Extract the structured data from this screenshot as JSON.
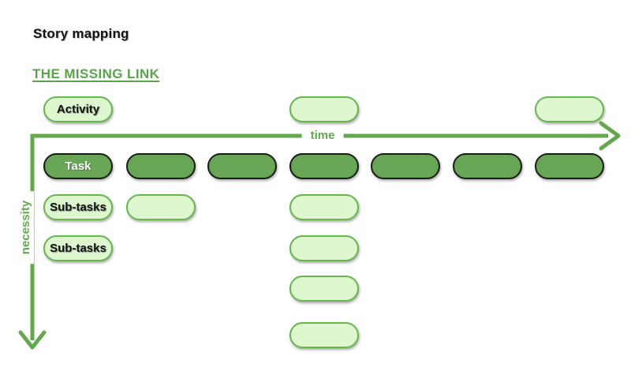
{
  "page": {
    "title": "Story mapping",
    "subtitle": "THE MISSING LINK"
  },
  "axes": {
    "x_label": "time",
    "y_label": "necessity"
  },
  "colors": {
    "background": "#ffffff",
    "title_text": "#111111",
    "subtitle_green": "#57a548",
    "axis_green": "#63a84e",
    "dark_pill_fill": "#68a656",
    "dark_pill_border": "#1a1a1a",
    "dark_pill_text": "#ffffff",
    "light_pill_fill": "#def7cf",
    "light_pill_border": "#68b650",
    "pill_text": "#111111"
  },
  "board": {
    "columns": 7,
    "row_ids": [
      "activity",
      "task",
      "sub1",
      "sub2",
      "sub3",
      "sub4"
    ],
    "pills": [
      {
        "row": "activity",
        "col": 1,
        "label": "Activity",
        "variant": "light",
        "name": "activity-pill"
      },
      {
        "row": "activity",
        "col": 4,
        "label": "",
        "variant": "light",
        "name": "activity-card-pill"
      },
      {
        "row": "activity",
        "col": 7,
        "label": "",
        "variant": "light",
        "name": "activity-card-pill"
      },
      {
        "row": "task",
        "col": 1,
        "label": "Task",
        "variant": "dark",
        "name": "task-pill"
      },
      {
        "row": "task",
        "col": 2,
        "label": "",
        "variant": "dark",
        "name": "task-card-pill"
      },
      {
        "row": "task",
        "col": 3,
        "label": "",
        "variant": "dark",
        "name": "task-card-pill"
      },
      {
        "row": "task",
        "col": 4,
        "label": "",
        "variant": "dark",
        "name": "task-card-pill"
      },
      {
        "row": "task",
        "col": 5,
        "label": "",
        "variant": "dark",
        "name": "task-card-pill"
      },
      {
        "row": "task",
        "col": 6,
        "label": "",
        "variant": "dark",
        "name": "task-card-pill"
      },
      {
        "row": "task",
        "col": 7,
        "label": "",
        "variant": "dark",
        "name": "task-card-pill"
      },
      {
        "row": "sub1",
        "col": 1,
        "label": "Sub-tasks",
        "variant": "light",
        "name": "subtask-pill"
      },
      {
        "row": "sub1",
        "col": 2,
        "label": "",
        "variant": "light",
        "name": "subtask-card-pill"
      },
      {
        "row": "sub1",
        "col": 4,
        "label": "",
        "variant": "light",
        "name": "subtask-card-pill"
      },
      {
        "row": "sub2",
        "col": 1,
        "label": "Sub-tasks",
        "variant": "light",
        "name": "subtask-pill"
      },
      {
        "row": "sub2",
        "col": 4,
        "label": "",
        "variant": "light",
        "name": "subtask-card-pill"
      },
      {
        "row": "sub3",
        "col": 4,
        "label": "",
        "variant": "light",
        "name": "subtask-card-pill"
      },
      {
        "row": "sub4",
        "col": 4,
        "label": "",
        "variant": "light",
        "name": "subtask-card-pill"
      }
    ]
  }
}
